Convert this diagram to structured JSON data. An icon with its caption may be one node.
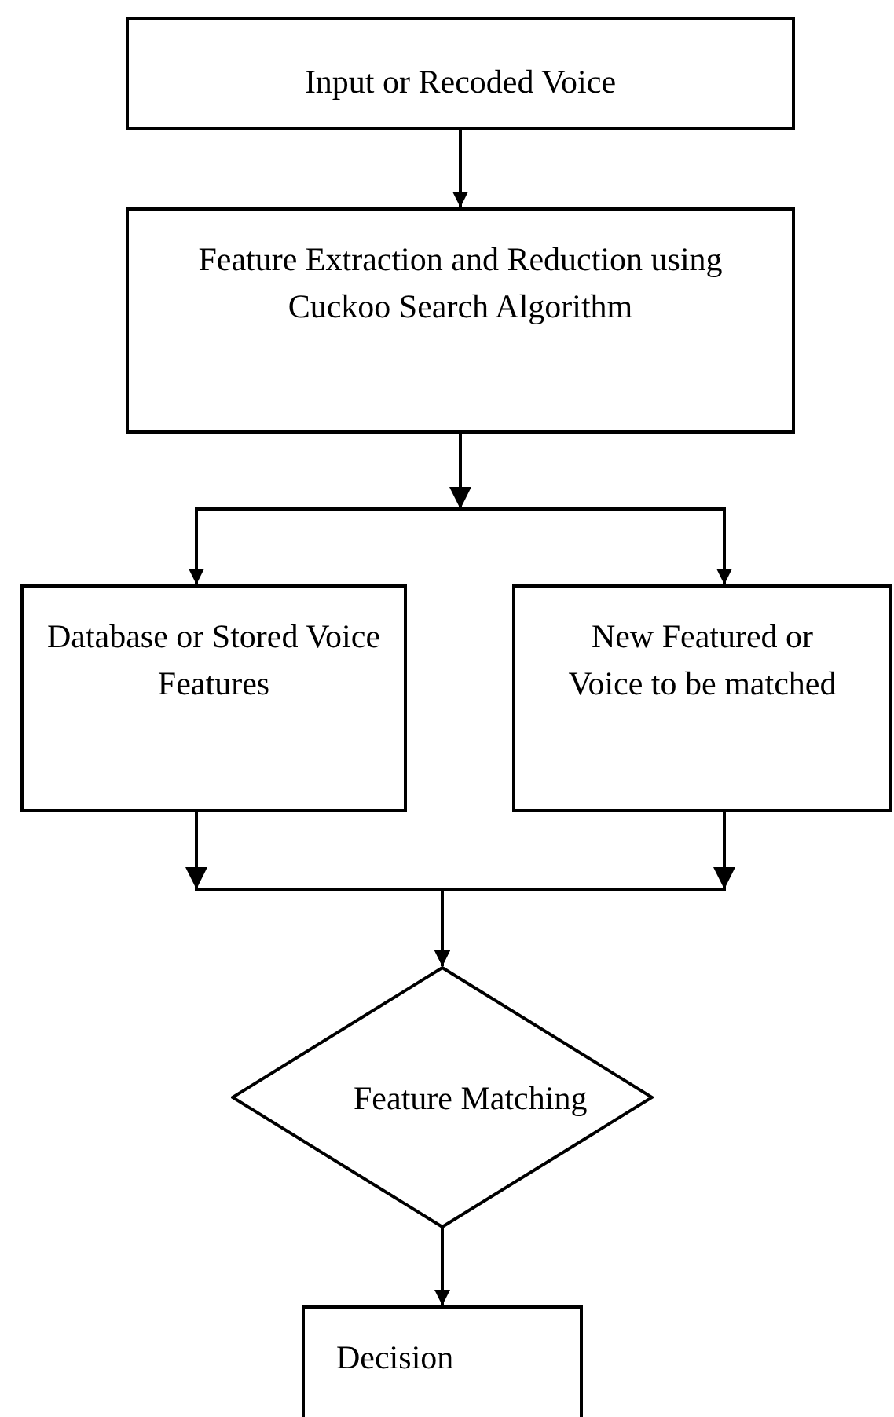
{
  "diagram": {
    "nodes": [
      {
        "text": [
          "Input or Recoded Voice"
        ]
      },
      {
        "text": [
          "Feature Extraction and Reduction using Cuckoo Search Algorithm"
        ]
      },
      {
        "text": [
          "Database or Stored Voice Features"
        ]
      },
      {
        "text": [
          "New Featured or Voice to be matched"
        ]
      },
      {
        "text": [
          "Feature Matching"
        ]
      },
      {
        "text": [
          "Decision"
        ]
      }
    ],
    "edges": [
      {
        "from": 0,
        "to": 1,
        "arrow": "to"
      },
      {
        "from": 1,
        "to": 2,
        "arrow": "to"
      },
      {
        "from": 1,
        "to": 3,
        "arrow": "to"
      },
      {
        "from": 2,
        "to": 4,
        "arrow": "to"
      },
      {
        "from": 3,
        "to": 4,
        "arrow": "to"
      },
      {
        "from": 4,
        "to": 5,
        "arrow": "to"
      }
    ]
  }
}
